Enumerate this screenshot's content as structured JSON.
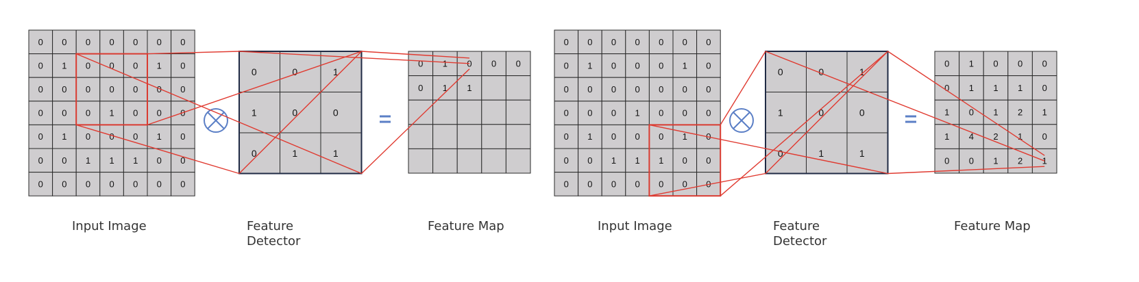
{
  "panels": [
    {
      "input": {
        "label": "Input Image",
        "grid": [
          [
            0,
            0,
            0,
            0,
            0,
            0,
            0
          ],
          [
            0,
            1,
            0,
            0,
            0,
            1,
            0
          ],
          [
            0,
            0,
            0,
            0,
            0,
            0,
            0
          ],
          [
            0,
            0,
            0,
            1,
            0,
            0,
            0
          ],
          [
            0,
            1,
            0,
            0,
            0,
            1,
            0
          ],
          [
            0,
            0,
            1,
            1,
            1,
            0,
            0
          ],
          [
            0,
            0,
            0,
            0,
            0,
            0,
            0
          ]
        ]
      },
      "detector": {
        "label": [
          "Feature",
          "Detector"
        ],
        "grid": [
          [
            0,
            0,
            1
          ],
          [
            1,
            0,
            0
          ],
          [
            0,
            1,
            1
          ]
        ]
      },
      "map": {
        "label": "Feature Map",
        "grid": [
          [
            "0",
            "1",
            "0",
            "0",
            "0"
          ],
          [
            "0",
            "1",
            "1",
            "",
            ""
          ],
          [
            "",
            "",
            "",
            "",
            ""
          ],
          [
            "",
            "",
            "",
            "",
            ""
          ],
          [
            "",
            "",
            "",
            "",
            ""
          ]
        ]
      }
    },
    {
      "input": {
        "label": "Input Image",
        "grid": [
          [
            0,
            0,
            0,
            0,
            0,
            0,
            0
          ],
          [
            0,
            1,
            0,
            0,
            0,
            1,
            0
          ],
          [
            0,
            0,
            0,
            0,
            0,
            0,
            0
          ],
          [
            0,
            0,
            0,
            1,
            0,
            0,
            0
          ],
          [
            0,
            1,
            0,
            0,
            0,
            1,
            0
          ],
          [
            0,
            0,
            1,
            1,
            1,
            0,
            0
          ],
          [
            0,
            0,
            0,
            0,
            0,
            0,
            0
          ]
        ]
      },
      "detector": {
        "label": [
          "Feature",
          "Detector"
        ],
        "grid": [
          [
            0,
            0,
            1
          ],
          [
            1,
            0,
            0
          ],
          [
            0,
            1,
            1
          ]
        ]
      },
      "map": {
        "label": "Feature Map",
        "grid": [
          [
            "0",
            "1",
            "0",
            "0",
            "0"
          ],
          [
            "0",
            "1",
            "1",
            "1",
            "0"
          ],
          [
            "1",
            "0",
            "1",
            "2",
            "1"
          ],
          [
            "1",
            "4",
            "2",
            "1",
            "0"
          ],
          [
            "0",
            "0",
            "1",
            "2",
            "1"
          ]
        ]
      }
    }
  ],
  "operators": {
    "convolve": "convolution-operator",
    "equals": "equals-operator"
  },
  "colors": {
    "cell": "#cfcdcf",
    "highlight": "#d93a30",
    "operator": "#5b7fc6"
  }
}
